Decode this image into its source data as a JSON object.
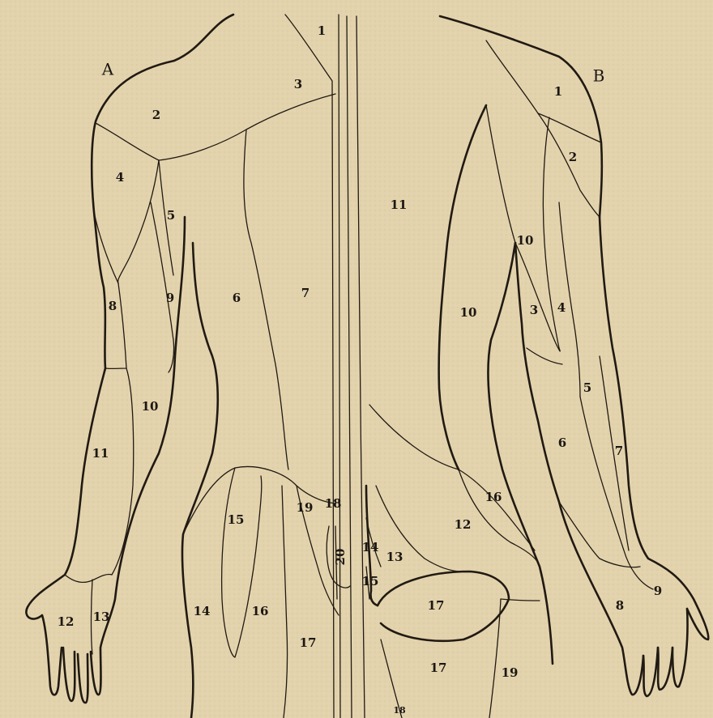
{
  "colors": {
    "paper": "#e3d3ad",
    "ink": "#201a12",
    "label": "#1b1712"
  },
  "figure_a": {
    "letter": "A",
    "regions": [
      "1",
      "3",
      "2",
      "4",
      "5",
      "8",
      "9",
      "6",
      "7",
      "10",
      "11",
      "12",
      "13",
      "14",
      "15",
      "16",
      "17",
      "19",
      "18",
      "20"
    ]
  },
  "figure_b": {
    "letter": "B",
    "regions": [
      "1",
      "2",
      "11",
      "10",
      "10",
      "3",
      "4",
      "5",
      "6",
      "7",
      "8",
      "9",
      "12",
      "16",
      "14",
      "13",
      "15",
      "17",
      "17",
      "19",
      "18"
    ]
  }
}
